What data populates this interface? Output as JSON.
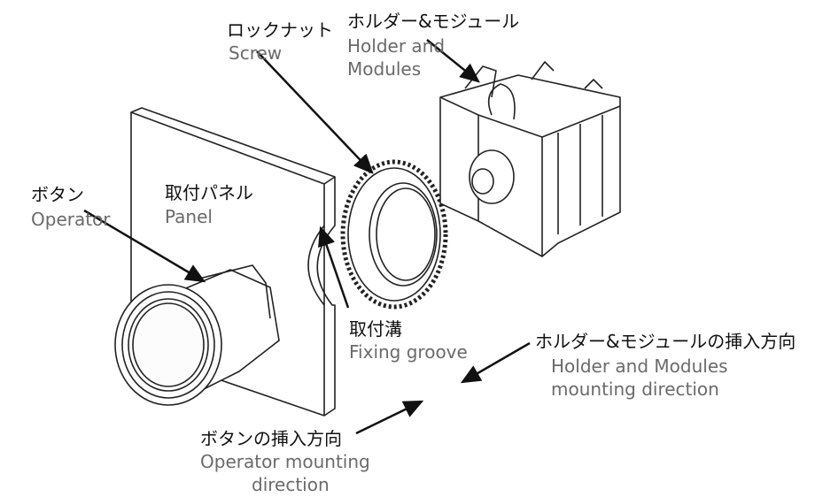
{
  "labels": {
    "screw": {
      "jp": "ロックナット",
      "en": "Screw"
    },
    "holder": {
      "jp": "ホルダー&モジュール",
      "en1": "Holder and",
      "en2": "Modules"
    },
    "operator": {
      "jp": "ボタン",
      "en": "Operator"
    },
    "panel": {
      "jp": "取付パネル",
      "en": "Panel"
    },
    "groove": {
      "jp": "取付溝",
      "en": "Fixing groove"
    },
    "holder_dir": {
      "jp": "ホルダー&モジュールの挿入方向",
      "en1": "Holder and Modules",
      "en2": "mounting direction"
    },
    "operator_dir": {
      "jp": "ボタンの挿入方向",
      "en1": "Operator mounting",
      "en2": "direction"
    }
  },
  "colors": {
    "line": "#222222",
    "english_text": "#6a6a6a"
  }
}
